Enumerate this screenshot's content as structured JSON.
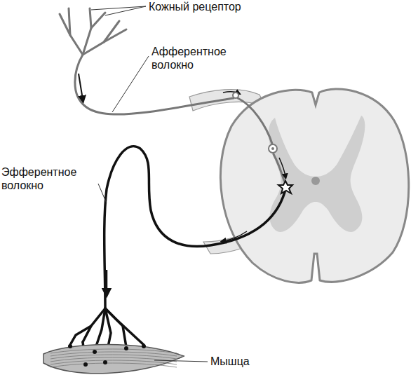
{
  "diagram": {
    "labels": [
      "Кожный рецептор",
      "Афферентное волокно",
      "Эфферентное волокно",
      "Мышца"
    ]
  }
}
